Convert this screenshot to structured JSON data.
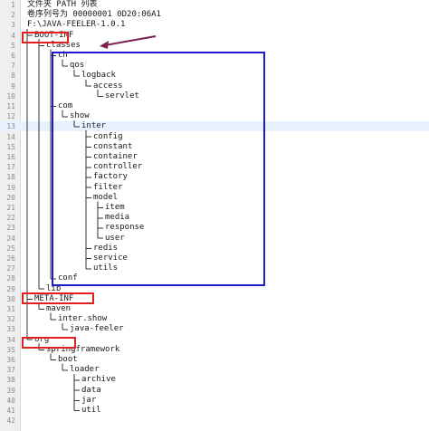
{
  "annotations": {
    "red": "#e02020",
    "blue": "#1c1ccc",
    "arrow": "#7a1f4f"
  },
  "lines": [
    {
      "n": "1",
      "depth": 0,
      "text": "文件夹 PATH 列表"
    },
    {
      "n": "2",
      "depth": 0,
      "text": "卷序列号为 00000001 0D20:06A1"
    },
    {
      "n": "3",
      "depth": 0,
      "text": "F:\\JAVA-FEELER-1.0.1"
    },
    {
      "n": "4",
      "depth": 1,
      "text": "BOOT-INF"
    },
    {
      "n": "5",
      "depth": 2,
      "text": "classes"
    },
    {
      "n": "6",
      "depth": 3,
      "text": "ch"
    },
    {
      "n": "7",
      "depth": 4,
      "text": "qos"
    },
    {
      "n": "8",
      "depth": 5,
      "text": "logback"
    },
    {
      "n": "9",
      "depth": 6,
      "text": "access"
    },
    {
      "n": "10",
      "depth": 7,
      "text": "servlet"
    },
    {
      "n": "11",
      "depth": 3,
      "text": "com"
    },
    {
      "n": "12",
      "depth": 4,
      "text": "show"
    },
    {
      "n": "13",
      "depth": 5,
      "text": "inter"
    },
    {
      "n": "14",
      "depth": 6,
      "text": "config"
    },
    {
      "n": "15",
      "depth": 6,
      "text": "constant"
    },
    {
      "n": "16",
      "depth": 6,
      "text": "container"
    },
    {
      "n": "17",
      "depth": 6,
      "text": "controller"
    },
    {
      "n": "18",
      "depth": 6,
      "text": "factory"
    },
    {
      "n": "19",
      "depth": 6,
      "text": "filter"
    },
    {
      "n": "20",
      "depth": 6,
      "text": "model"
    },
    {
      "n": "21",
      "depth": 7,
      "text": "item"
    },
    {
      "n": "22",
      "depth": 7,
      "text": "media"
    },
    {
      "n": "23",
      "depth": 7,
      "text": "response"
    },
    {
      "n": "24",
      "depth": 7,
      "text": "user"
    },
    {
      "n": "25",
      "depth": 6,
      "text": "redis"
    },
    {
      "n": "26",
      "depth": 6,
      "text": "service"
    },
    {
      "n": "27",
      "depth": 6,
      "text": "utils"
    },
    {
      "n": "28",
      "depth": 3,
      "text": "conf"
    },
    {
      "n": "29",
      "depth": 2,
      "text": "lib"
    },
    {
      "n": "30",
      "depth": 1,
      "text": "META-INF"
    },
    {
      "n": "31",
      "depth": 2,
      "text": "maven"
    },
    {
      "n": "32",
      "depth": 3,
      "text": "inter.show"
    },
    {
      "n": "33",
      "depth": 4,
      "text": "java-feeler"
    },
    {
      "n": "34",
      "depth": 1,
      "text": "org"
    },
    {
      "n": "35",
      "depth": 2,
      "text": "springframework"
    },
    {
      "n": "36",
      "depth": 3,
      "text": "boot"
    },
    {
      "n": "37",
      "depth": 4,
      "text": "loader"
    },
    {
      "n": "38",
      "depth": 5,
      "text": "archive"
    },
    {
      "n": "39",
      "depth": 5,
      "text": "data"
    },
    {
      "n": "40",
      "depth": 5,
      "text": "jar"
    },
    {
      "n": "41",
      "depth": 5,
      "text": "util"
    },
    {
      "n": "42",
      "depth": 0,
      "text": ""
    }
  ],
  "current_line": "13"
}
